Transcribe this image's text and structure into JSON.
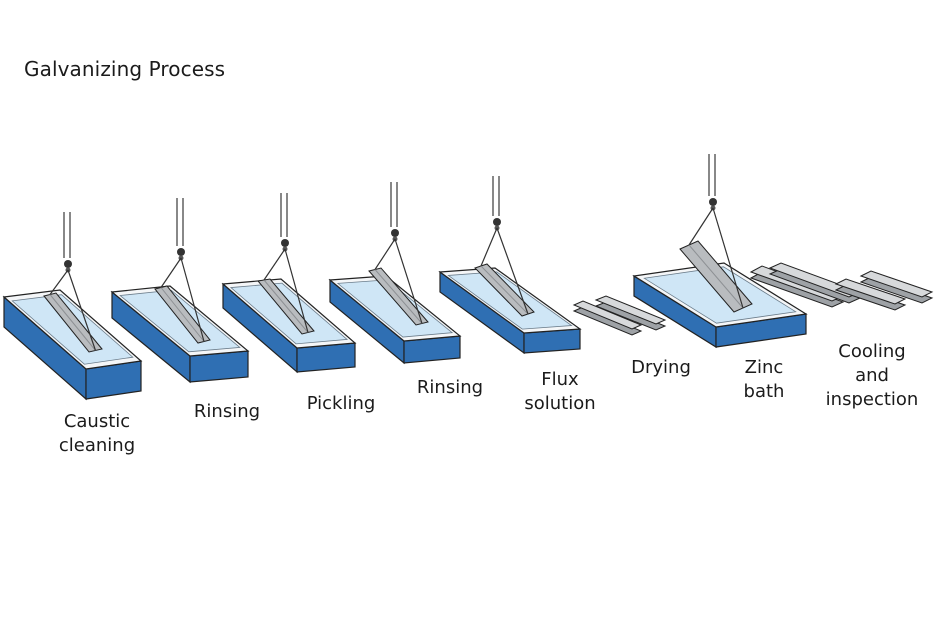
{
  "title": "Galvanizing Process",
  "steps": [
    {
      "label": "Caustic cleaning",
      "lines": [
        "Caustic",
        "cleaning"
      ]
    },
    {
      "label": "Rinsing",
      "lines": [
        "Rinsing"
      ]
    },
    {
      "label": "Pickling",
      "lines": [
        "Pickling"
      ]
    },
    {
      "label": "Rinsing",
      "lines": [
        "Rinsing"
      ]
    },
    {
      "label": "Flux solution",
      "lines": [
        "Flux",
        "solution"
      ]
    },
    {
      "label": "Drying",
      "lines": [
        "Drying"
      ]
    },
    {
      "label": "Zinc bath",
      "lines": [
        "Zinc",
        "bath"
      ]
    },
    {
      "label": "Cooling and inspection",
      "lines": [
        "Cooling",
        "and",
        "inspection"
      ]
    }
  ],
  "colors": {
    "tank_side": "#2f6fb3",
    "tank_top": "#f4f6f8",
    "liquid": "#cfe6f6",
    "steel": "#b9bcbf",
    "steel_dark": "#8d9094",
    "outline": "#222222"
  }
}
